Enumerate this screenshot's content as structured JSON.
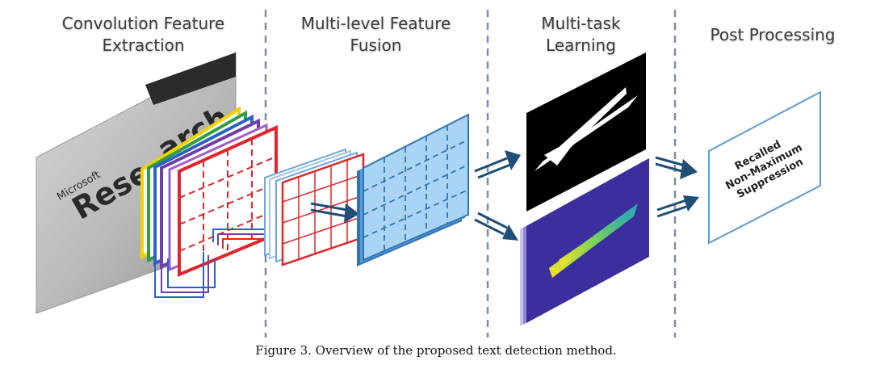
{
  "stages": [
    {
      "line1": "Convolution Feature",
      "line2": "Extraction"
    },
    {
      "line1": "Multi-level Feature",
      "line2": "Fusion"
    },
    {
      "line1": "Multi-task",
      "line2": "Learning"
    },
    {
      "line1": "Post Processing",
      "line2": ""
    }
  ],
  "photo": {
    "brand_small": "Microsoft",
    "brand_large": "Research",
    "brand_partial": "Rese",
    "brand_top": "arch"
  },
  "post_box": {
    "line1": "Recalled",
    "line2": "Non-Maximum",
    "line3": "Suppression"
  },
  "caption": "Figure 3. Overview of the proposed text detection method.",
  "colors": {
    "divider": "#7d8da8",
    "arrow": "#1f4e79",
    "grid_fill": "#a9d4f5",
    "grid_border": "#2e75b6",
    "feature_red": "#e0252b",
    "heat_bg": "#3b2f9e",
    "score_bg": "#000000"
  }
}
